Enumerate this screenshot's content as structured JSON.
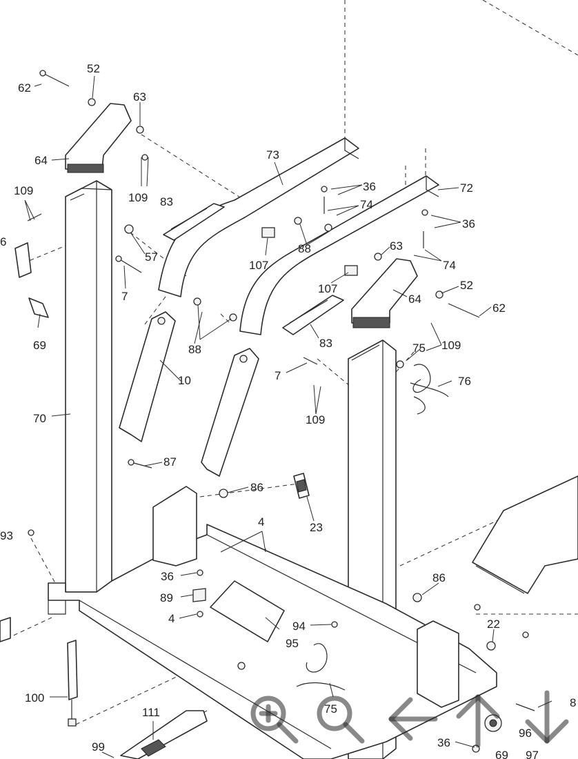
{
  "diagram": {
    "labels": {
      "l52a": "52",
      "l62a": "62",
      "l63a": "63",
      "l64a": "64",
      "l109a": "109",
      "l109b": "109",
      "l83a": "83",
      "l73": "73",
      "l36a": "36",
      "l74a": "74",
      "l72": "72",
      "l36b": "36",
      "l74b": "74",
      "l63b": "63",
      "l57": "57",
      "l7a": "7",
      "l88a": "88",
      "l107a": "107",
      "l107b": "107",
      "l52b": "52",
      "l64b": "64",
      "l62b": "62",
      "l88b": "88",
      "l83b": "83",
      "l109c": "109",
      "l75a": "75",
      "l76": "76",
      "l69a": "69",
      "l10": "10",
      "l7b": "7",
      "l109d": "109",
      "l70": "70",
      "l87": "87",
      "l86a": "86",
      "l23": "23",
      "l4a": "4",
      "l36c": "36",
      "l89": "89",
      "l4b": "4",
      "l94": "94",
      "l95": "95",
      "l86b": "86",
      "l22": "22",
      "l100": "100",
      "l111": "111",
      "l75b": "75",
      "l99": "99",
      "l36d": "36",
      "l96": "96",
      "l69b": "69",
      "l97": "97",
      "l8": "8",
      "l93": "93",
      "l6": "6"
    }
  },
  "viewer_controls": {
    "zoom_in": "zoom-in-icon",
    "zoom_out": "zoom-out-icon",
    "previous": "arrow-left-icon",
    "up": "arrow-up-icon",
    "down": "arrow-down-icon"
  }
}
